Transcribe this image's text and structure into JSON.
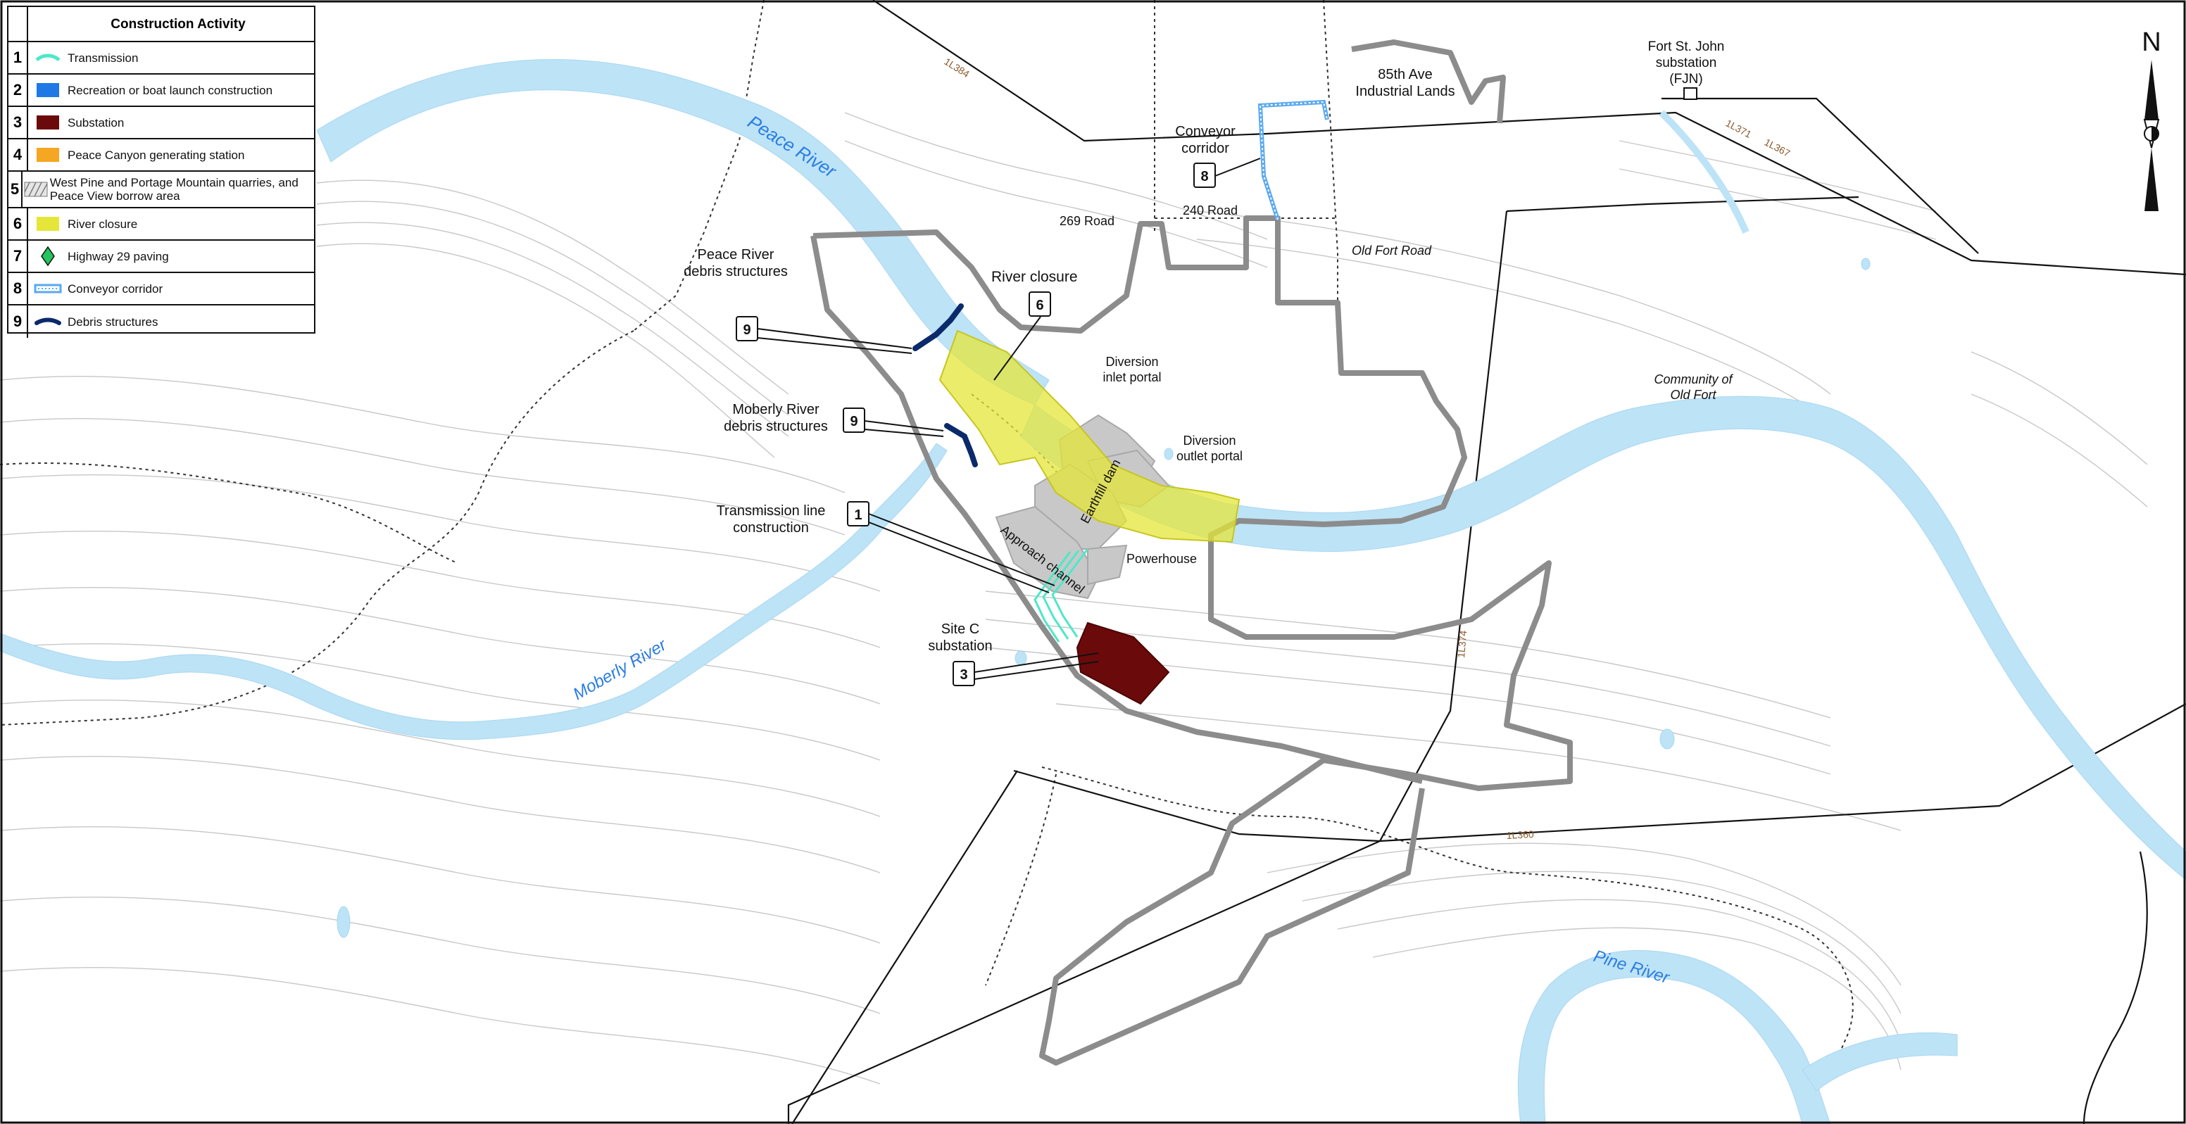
{
  "legend": {
    "title": "Construction Activity",
    "items": [
      {
        "num": "1",
        "label": "Transmission",
        "color": "#4de8c8",
        "symbol": "transmission"
      },
      {
        "num": "2",
        "label": "Recreation or boat launch construction",
        "color": "#1f78e6",
        "symbol": "box"
      },
      {
        "num": "3",
        "label": "Substation",
        "color": "#6b0a0a",
        "symbol": "box"
      },
      {
        "num": "4",
        "label": "Peace Canyon generating station",
        "color": "#f5a623",
        "symbol": "box"
      },
      {
        "num": "5",
        "label": "West Pine and Portage Mountain quarries, and Peace View borrow area",
        "color": "#bdbdbd",
        "symbol": "hatch"
      },
      {
        "num": "6",
        "label": "River closure",
        "color": "#e6e63a",
        "symbol": "box"
      },
      {
        "num": "7",
        "label": "Highway 29 paving",
        "color": "#22c55e",
        "symbol": "diamond"
      },
      {
        "num": "8",
        "label": "Conveyor corridor",
        "color": "#5aa9f0",
        "symbol": "conveyor"
      },
      {
        "num": "9",
        "label": "Debris structures",
        "color": "#0b2a6b",
        "symbol": "debris"
      }
    ]
  },
  "north": {
    "label": "N"
  },
  "places": {
    "fort_st_john": "Fort St. John substation (FJN)",
    "ave85": "85th Ave Industrial Lands",
    "conveyor": "Conveyor corridor",
    "road269": "269 Road",
    "road240": "240 Road",
    "old_fort_road": "Old Fort Road",
    "peace_debris": "Peace River debris structures",
    "river_closure": "River closure",
    "diversion_inlet": "Diversion inlet portal",
    "diversion_outlet": "Diversion outlet portal",
    "moberly_debris": "Moberly River debris structures",
    "earthfill": "Earthfill dam",
    "transmission": "Transmission line construction",
    "approach": "Approach channel",
    "powerhouse": "Powerhouse",
    "site_c": "Site C substation",
    "old_fort": "Community of Old Fort"
  },
  "rivers": {
    "peace": "Peace River",
    "moberly": "Moberly River",
    "pine": "Pine River"
  },
  "lines": {
    "l384": "1L384",
    "l371": "1L371",
    "l367": "1L367",
    "l374": "1L374",
    "l360": "1L360"
  },
  "callouts": {
    "c1": "1",
    "c3": "3",
    "c6": "6",
    "c8": "8",
    "c9a": "9",
    "c9b": "9"
  },
  "colors": {
    "water": "#bde3f7",
    "boundary": "#8c8c8c",
    "contour": "#bdbdbd",
    "works": "#c8c8c8"
  }
}
